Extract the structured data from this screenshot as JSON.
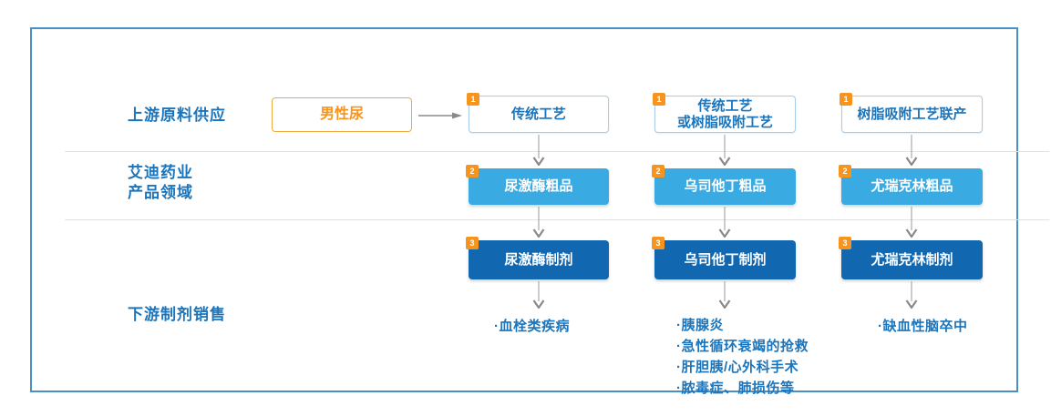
{
  "diagram": {
    "rows": [
      {
        "label": "上游原料供应"
      },
      {
        "label": "艾迪药业\n产品领域"
      },
      {
        "label": "下游制剂销售"
      }
    ],
    "source_label": "男性尿",
    "badges": {
      "step1": "1",
      "step2": "2",
      "step3": "3"
    },
    "columns": [
      {
        "process": "传统工艺",
        "crude": "尿激酶粗品",
        "formulation": "尿激酶制剂",
        "applications": [
          "·血栓类疾病"
        ]
      },
      {
        "process": "传统工艺\n或树脂吸附工艺",
        "crude": "乌司他丁粗品",
        "formulation": "乌司他丁制剂",
        "applications": [
          "·胰腺炎",
          "·急性循环衰竭的抢救",
          "·肝胆胰/心外科手术",
          "·脓毒症、肺损伤等"
        ]
      },
      {
        "process": "树脂吸附工艺联产",
        "crude": "尤瑞克林粗品",
        "formulation": "尤瑞克林制剂",
        "applications": [
          "·缺血性脑卒中"
        ]
      }
    ],
    "colors": {
      "label_blue": "#1b75bc",
      "light_blue_fill": "#39abe2",
      "dark_blue_fill": "#1267b1",
      "badge_orange": "#f7941e",
      "frame_border": "#4a90c5",
      "arrow_gray": "#8a8a8a"
    }
  }
}
